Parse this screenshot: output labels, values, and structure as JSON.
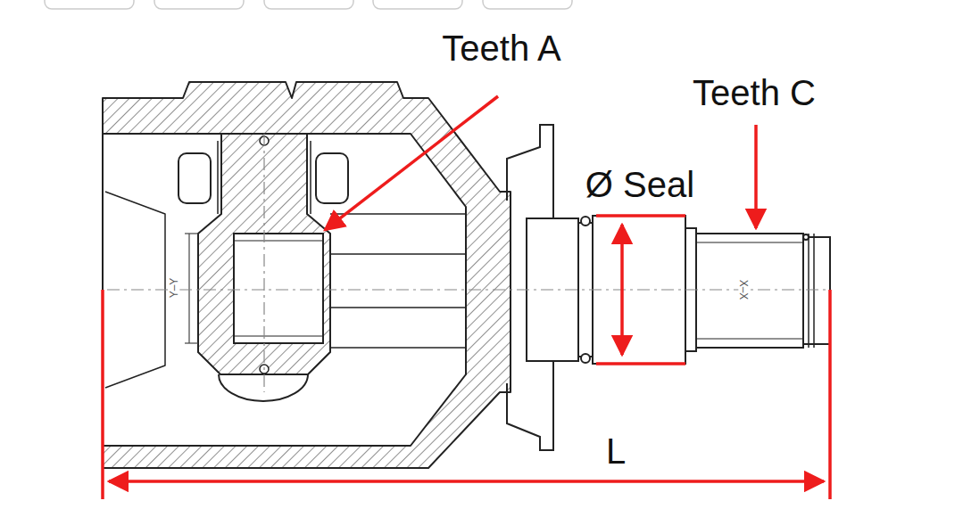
{
  "diagram": {
    "labels": [
      "Teeth A",
      "Teeth C",
      "Ø Seal",
      "L",
      "Y–Y",
      "X–X"
    ]
  }
}
